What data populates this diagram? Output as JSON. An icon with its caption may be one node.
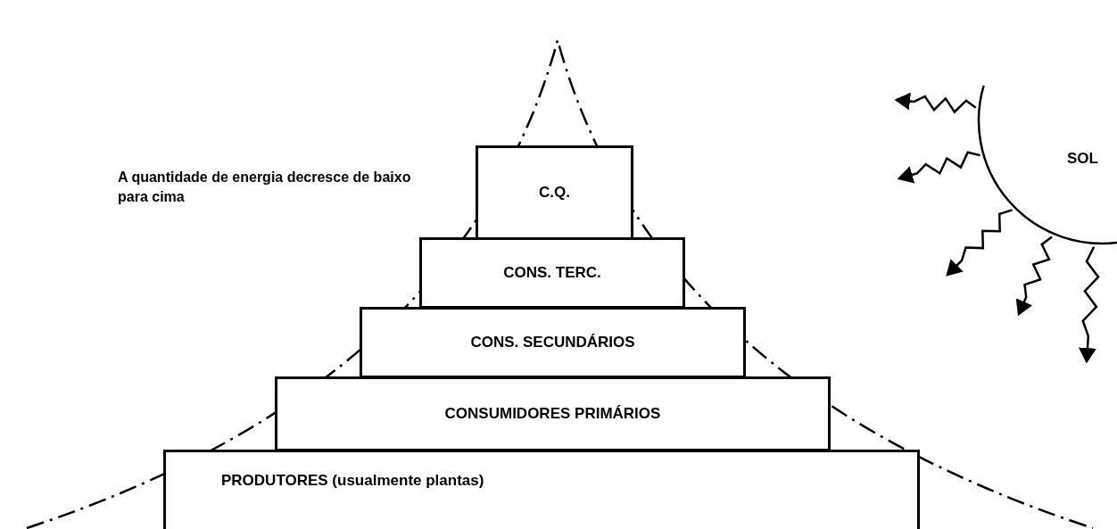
{
  "diagram": {
    "nodes": [
      {
        "text": [
          "C.Q."
        ]
      },
      {
        "text": [
          "CONS. TERC."
        ]
      },
      {
        "text": [
          "CONS. SECUNDÁRIOS"
        ]
      },
      {
        "text": [
          "CONSUMIDORES PRIMÁRIOS"
        ]
      },
      {
        "text": [
          "PRODUTORES (usualmente plantas)"
        ]
      },
      {
        "text": [
          "SOL"
        ]
      }
    ],
    "edges": [
      {
        "from": 5,
        "to": null,
        "arrow": "to"
      },
      {
        "from": 5,
        "to": null,
        "arrow": "to"
      },
      {
        "from": 5,
        "to": null,
        "arrow": "to"
      },
      {
        "from": 5,
        "to": null,
        "arrow": "to"
      },
      {
        "from": 5,
        "to": null,
        "arrow": "to"
      }
    ],
    "labels": [
      "A quantidade de energia decresce de baixo para cima"
    ]
  }
}
